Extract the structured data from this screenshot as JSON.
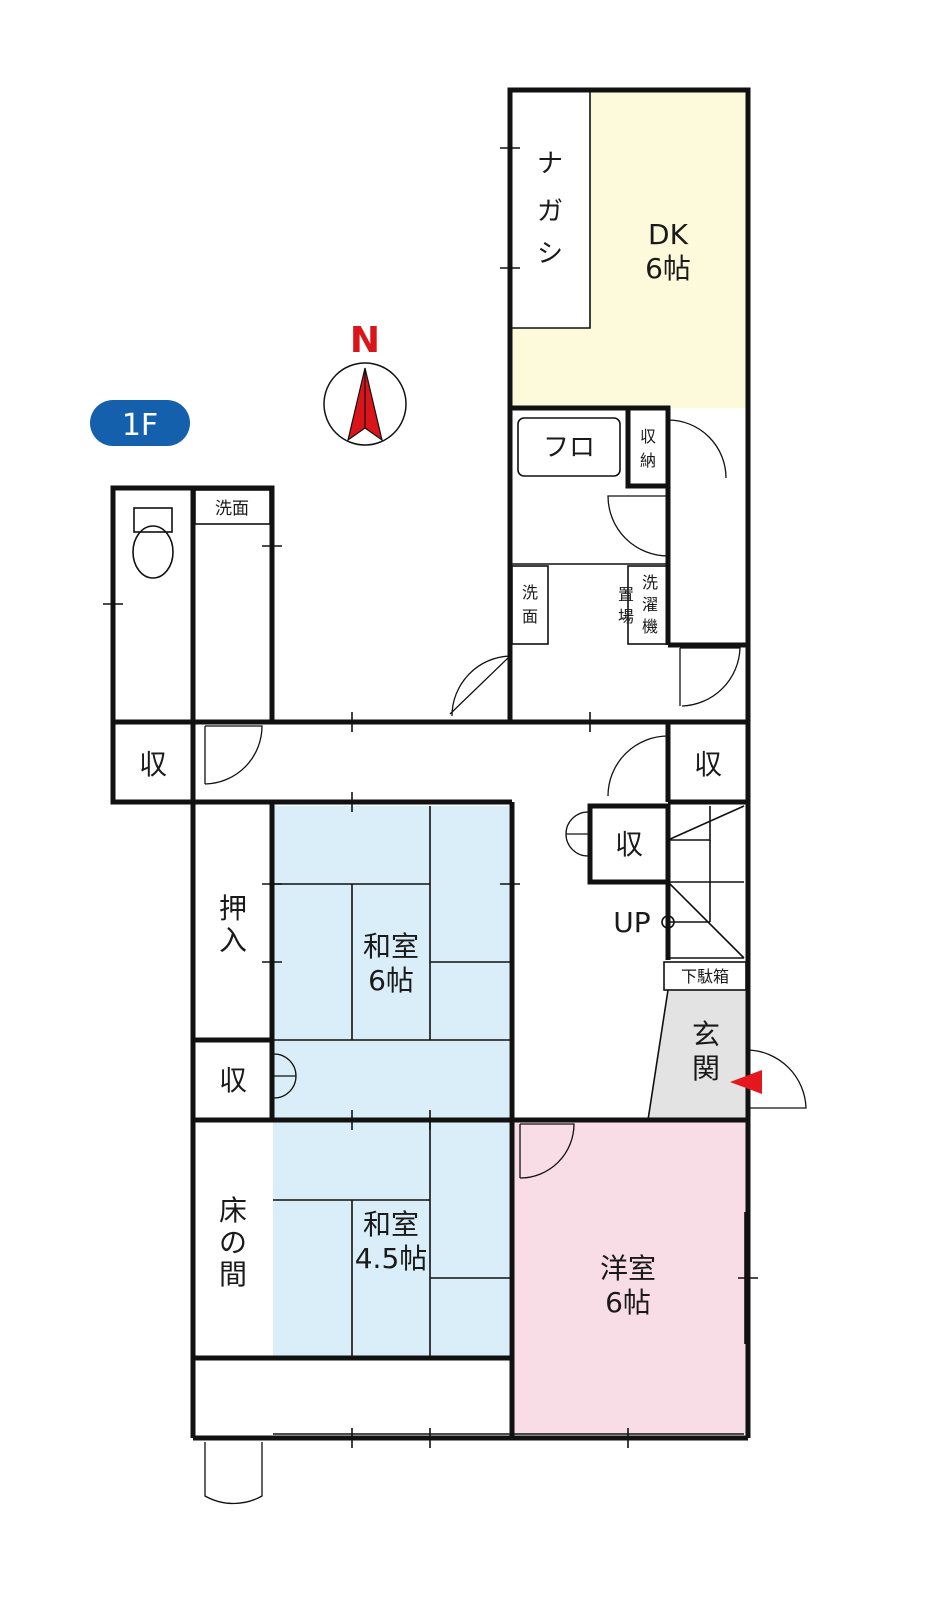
{
  "floor_badge": "1F",
  "compass": {
    "label": "N"
  },
  "rooms": {
    "dk": {
      "name": "DK",
      "size": "6帖"
    },
    "nagashi": [
      "ナ",
      "ガ",
      "シ"
    ],
    "bath": "フロ",
    "storage_bath": [
      "収",
      "納"
    ],
    "wash_top": "洗面",
    "wash_mid": [
      "洗",
      "面"
    ],
    "laundry_a": [
      "洗",
      "濯",
      "機"
    ],
    "laundry_b": [
      "置",
      "場"
    ],
    "storage": "収",
    "oshiire": [
      "押",
      "入"
    ],
    "washitsu6": {
      "name": "和室",
      "size": "6帖"
    },
    "washitsu45": {
      "name": "和室",
      "size": "4.5帖"
    },
    "tokonoma": [
      "床",
      "の",
      "間"
    ],
    "youshitsu": {
      "name": "洋室",
      "size": "6帖"
    },
    "genkan": [
      "玄",
      "関"
    ],
    "shoebox": "下駄箱",
    "stairs_up": "UP"
  },
  "colors": {
    "dk": "#fcfadb",
    "washitsu": "#d9eef8",
    "youshitsu": "#f8dde6",
    "genkan": "#e3e3e3",
    "badge": "#1560ad",
    "compass_red": "#d9151b",
    "entry_arrow": "#e3171c"
  }
}
